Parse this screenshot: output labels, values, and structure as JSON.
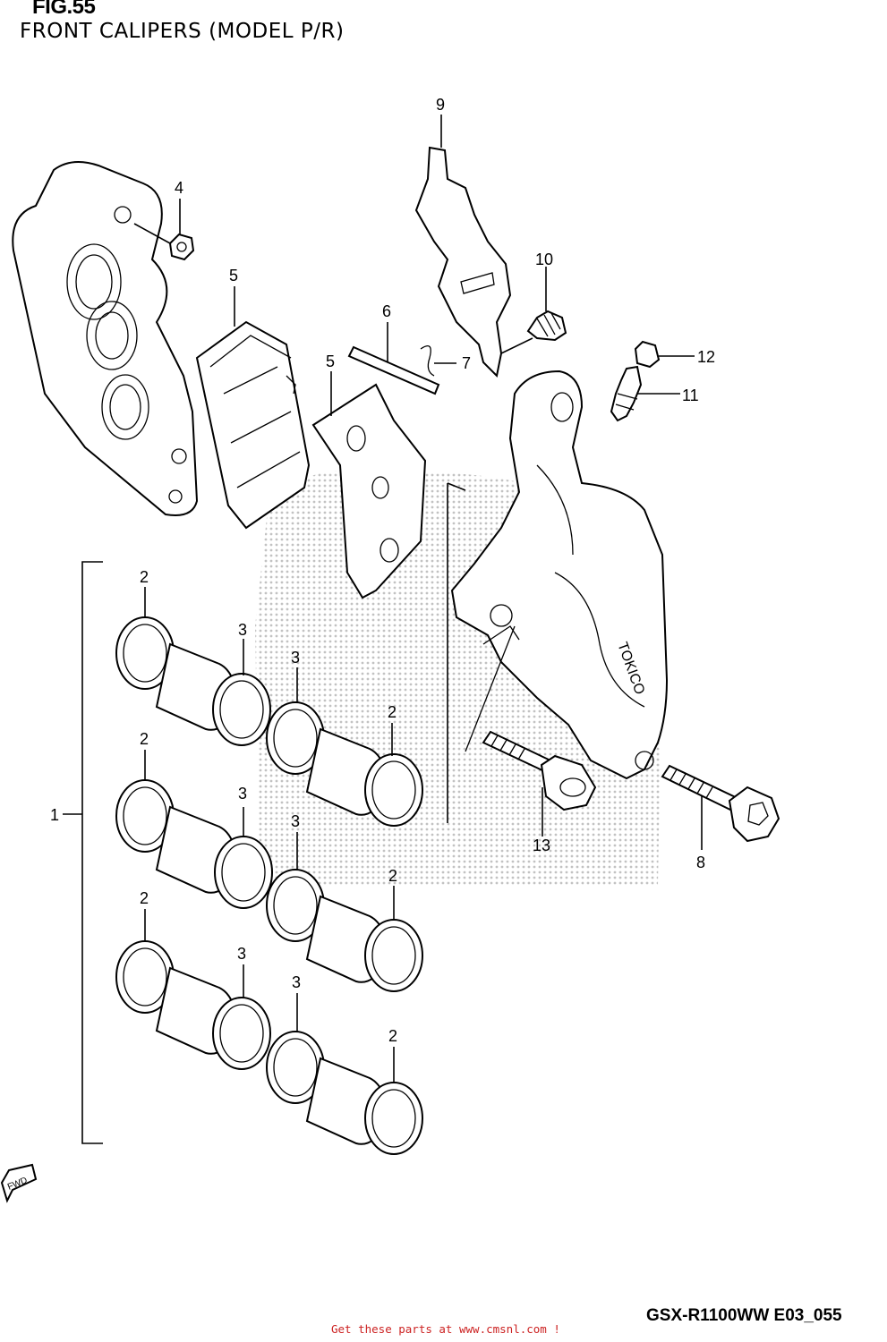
{
  "header": {
    "figure_number": "FIG.55",
    "title": "FRONT CALIPERS (MODEL P/R)"
  },
  "callouts": {
    "c1": "1",
    "c2a": "2",
    "c2b": "2",
    "c2c": "2",
    "c2d": "2",
    "c2e": "2",
    "c2f": "2",
    "c3a": "3",
    "c3b": "3",
    "c3c": "3",
    "c3d": "3",
    "c3e": "3",
    "c3f": "3",
    "c4": "4",
    "c5a": "5",
    "c5b": "5",
    "c6": "6",
    "c7": "7",
    "c8": "8",
    "c9": "9",
    "c10": "10",
    "c11": "11",
    "c12": "12",
    "c13": "13"
  },
  "caliper_brand": "TOKICO",
  "fwd_label": "FWD",
  "footer": {
    "model_code": "GSX-R1100WW  E03_055",
    "link_text": "Get these parts at www.cmsnl.com !"
  }
}
